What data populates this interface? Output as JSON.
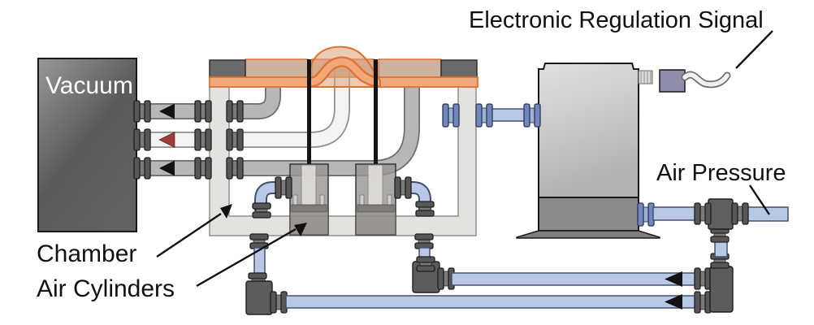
{
  "labels": {
    "vacuum": "Vacuum",
    "electronic_regulation_signal": "Electronic Regulation Signal",
    "air_pressure": "Air Pressure",
    "chamber": "Chamber",
    "air_cylinders": "Air Cylinders"
  },
  "colors": {
    "membrane_orange": "#F3A87A",
    "membrane_outline": "#DE7231",
    "dome_fill": "#DDA077",
    "pneumatic_blue": "#B9C8E6",
    "pneumatic_blue_outline": "#44506E",
    "fitting_blue": "#7287BC",
    "fitting_gray": "#575757",
    "flow_arrow_black": "#121212",
    "flow_arrow_red": "#A03A34",
    "metal_light": "#E4E2DF",
    "metal_dark": "#6B6B6B",
    "label_text": "#111111",
    "vacuum_label_text": "#FFFFFF"
  }
}
